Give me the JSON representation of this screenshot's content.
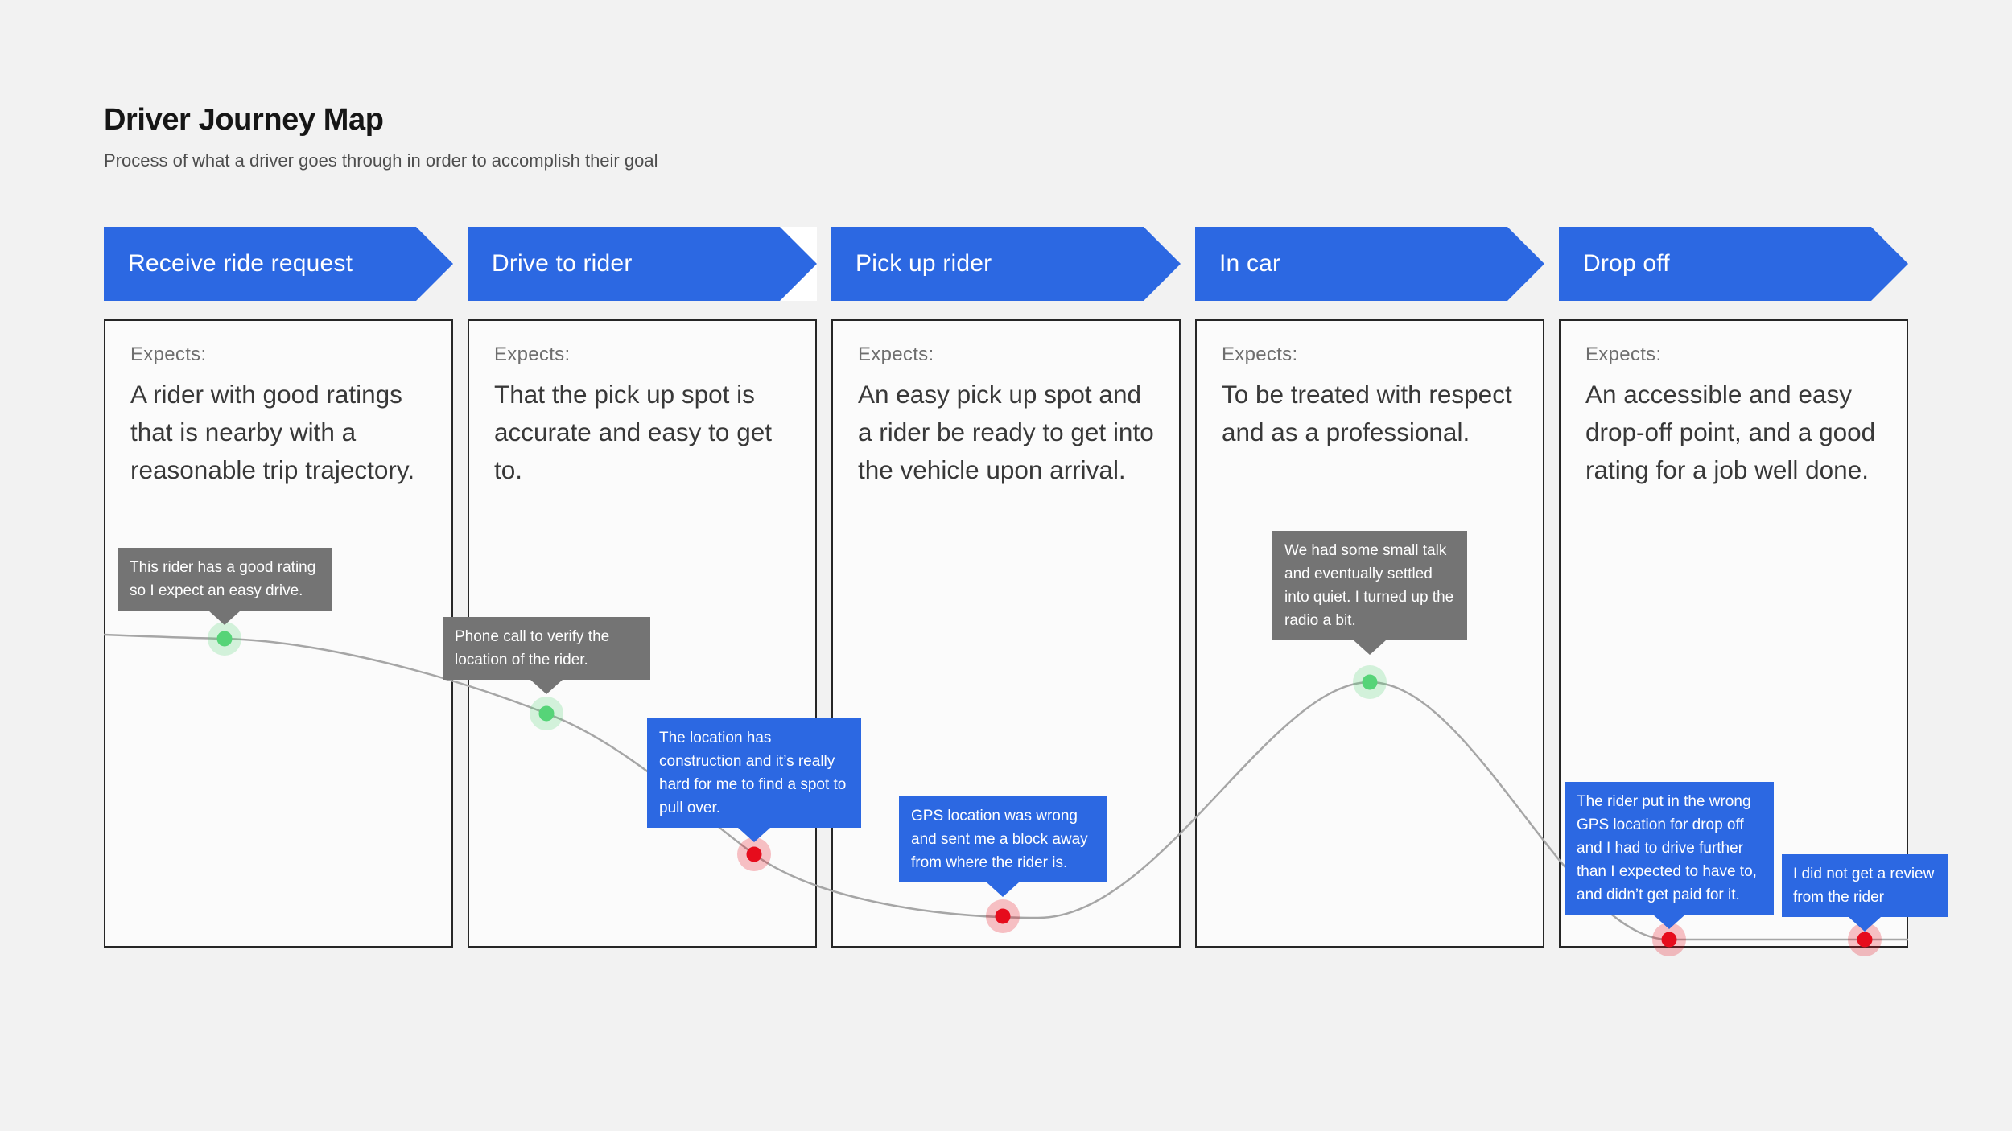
{
  "page": {
    "title": "Driver Journey Map",
    "subtitle": "Process of what a driver goes through in order to accomplish their goal"
  },
  "expects_label": "Expects:",
  "stages": [
    {
      "label": "Receive ride request",
      "expectation": "A rider with good ratings that is nearby with a reasonable trip trajectory."
    },
    {
      "label": "Drive to rider",
      "expectation": "That the pick up spot is accurate and easy to get to."
    },
    {
      "label": "Pick up rider",
      "expectation": "An easy pick up spot and a rider be ready to get into the vehicle upon arrival."
    },
    {
      "label": "In car",
      "expectation": "To be treated with respect and as a professional."
    },
    {
      "label": "Drop off",
      "expectation": "An accessible and easy drop-off point, and a good rating for a job well done."
    }
  ],
  "annotations": [
    {
      "style": "gray",
      "sentiment": "positive",
      "text": "This rider has a good rating so I expect an easy drive."
    },
    {
      "style": "gray",
      "sentiment": "positive",
      "text": "Phone call to verify the location of the rider."
    },
    {
      "style": "blue",
      "sentiment": "negative",
      "text": "The location has construction and it’s really hard for me to find a spot to pull over."
    },
    {
      "style": "blue",
      "sentiment": "negative",
      "text": "GPS location was wrong and sent me a block away from where the rider is."
    },
    {
      "style": "gray",
      "sentiment": "positive",
      "text": "We had some small talk and eventually settled into quiet. I turned up the radio a bit."
    },
    {
      "style": "blue",
      "sentiment": "negative",
      "text": "The rider put in the wrong GPS location for drop off and I had to drive further than I expected to have to, and didn’t get paid for it."
    },
    {
      "style": "blue",
      "sentiment": "negative",
      "text": "I did not get a review from the rider"
    }
  ],
  "colors": {
    "background": "#f2f2f2",
    "stage_blue": "#2c68e2",
    "tooltip_gray": "#747474",
    "tooltip_blue": "#2c68e2",
    "curve_gray": "#a6a6a6",
    "dot_positive_green": "#56d478",
    "dot_negative_red": "#e60c1c",
    "box_border": "#262626",
    "box_background": "#fbfbfb"
  }
}
